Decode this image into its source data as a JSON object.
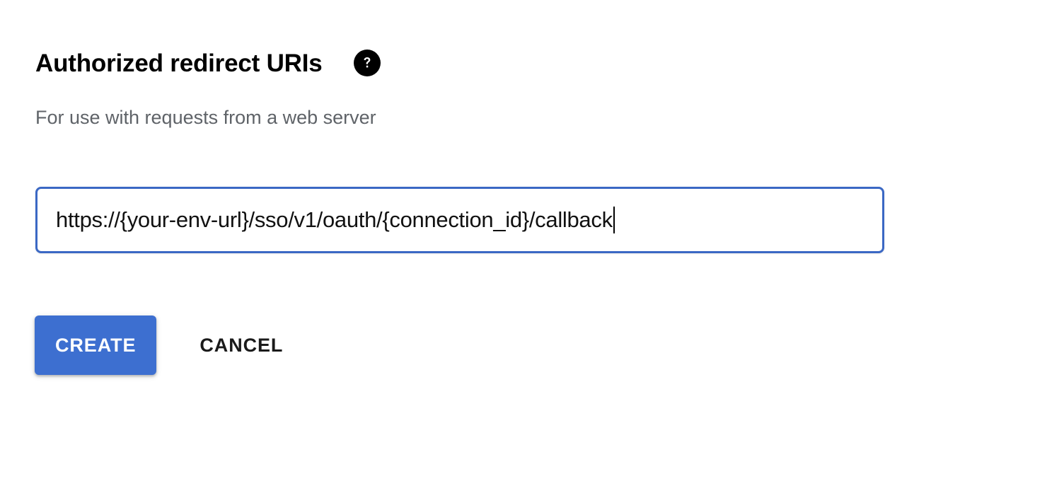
{
  "section": {
    "title": "Authorized redirect URIs",
    "help_icon": "help-question-mark-icon",
    "subtitle": "For use with requests from a web server"
  },
  "redirect_uri_field": {
    "value": "https://{your-env-url}/sso/v1/oauth/{connection_id}/callback",
    "placeholder": "",
    "focused": true,
    "caret_visible": true
  },
  "actions": {
    "create_label": "CREATE",
    "cancel_label": "CANCEL"
  },
  "colors": {
    "accent_blue": "#3d6fd0",
    "focus_border": "#3b68c4",
    "title_text": "#000000",
    "subtitle_text": "#5f6368",
    "page_background": "#ffffff"
  }
}
